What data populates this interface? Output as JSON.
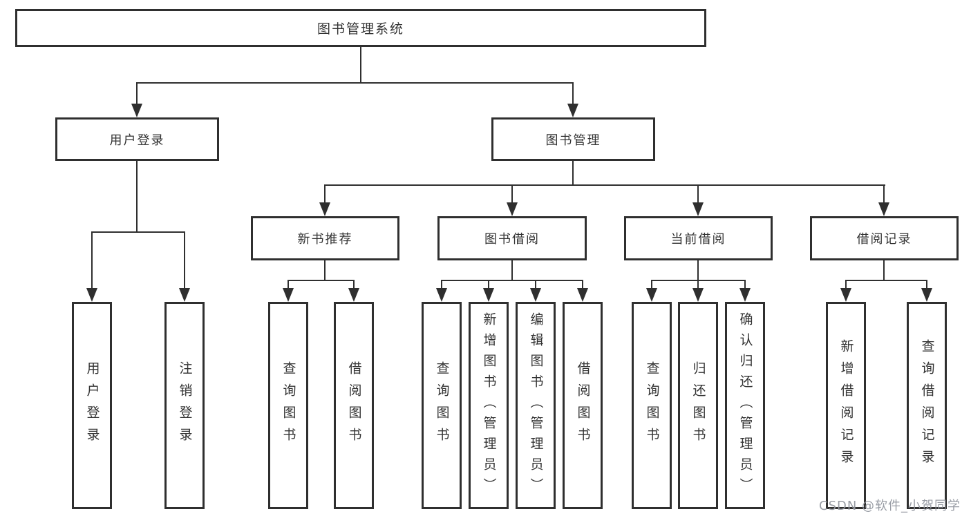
{
  "diagram": {
    "title": "图书管理系统",
    "tree": {
      "label": "图书管理系统",
      "children": [
        {
          "label": "用户登录",
          "children": [
            {
              "label": "用户登录"
            },
            {
              "label": "注销登录"
            }
          ]
        },
        {
          "label": "图书管理",
          "children": [
            {
              "label": "新书推荐",
              "children": [
                {
                  "label": "查询图书"
                },
                {
                  "label": "借阅图书"
                }
              ]
            },
            {
              "label": "图书借阅",
              "children": [
                {
                  "label": "查询图书"
                },
                {
                  "label": "新增图书（管理员）"
                },
                {
                  "label": "编辑图书（管理员）"
                },
                {
                  "label": "借阅图书"
                }
              ]
            },
            {
              "label": "当前借阅",
              "children": [
                {
                  "label": "查询图书"
                },
                {
                  "label": "归还图书"
                },
                {
                  "label": "确认归还（管理员）"
                }
              ]
            },
            {
              "label": "借阅记录",
              "children": [
                {
                  "label": "新增借阅记录"
                },
                {
                  "label": "查询借阅记录"
                }
              ]
            }
          ]
        }
      ]
    },
    "colors": {
      "line": "#2f2f2f",
      "box_border": "#2f2f2f",
      "box_background": "#ffffff",
      "text": "#333333",
      "watermark": "#9498a0"
    }
  },
  "watermark": {
    "text": "CSDN @软件_小贺同学"
  }
}
